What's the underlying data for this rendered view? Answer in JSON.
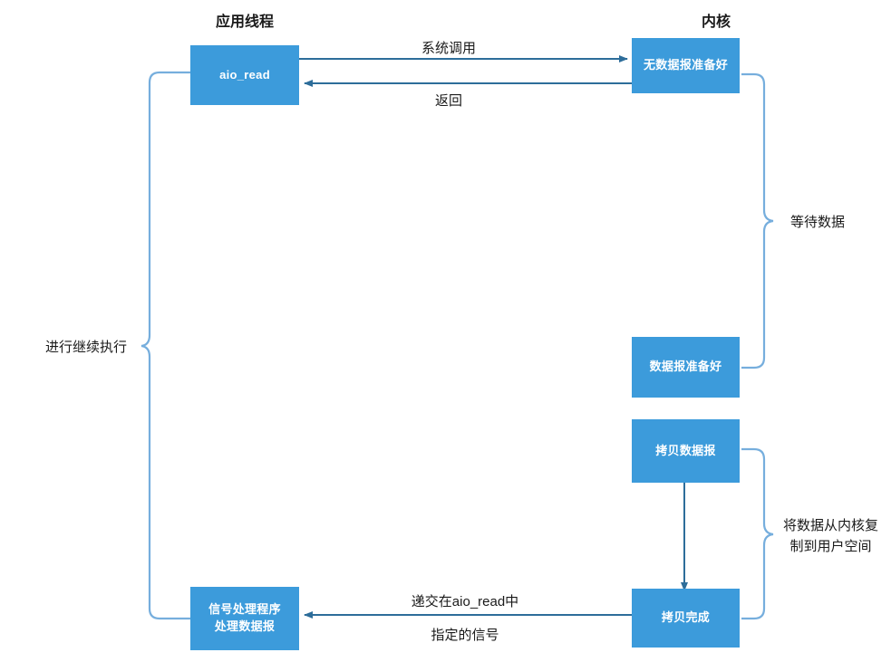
{
  "diagram": {
    "title_app": "应用线程",
    "title_kernel": "内核",
    "columns": [
      {
        "name": "app-thread",
        "label": "应用线程"
      },
      {
        "name": "kernel",
        "label": "内核"
      }
    ],
    "nodes": [
      {
        "id": "aio-read",
        "line1": "aio_read",
        "line2": ""
      },
      {
        "id": "no-data-ready",
        "line1": "无数据报准备好",
        "line2": ""
      },
      {
        "id": "data-ready",
        "line1": "数据报准备好",
        "line2": ""
      },
      {
        "id": "copy-data",
        "line1": "拷贝数据报",
        "line2": ""
      },
      {
        "id": "copy-done",
        "line1": "拷贝完成",
        "line2": ""
      },
      {
        "id": "signal-handler",
        "line1": "信号处理程序",
        "line2": "处理数据报"
      }
    ],
    "edges": [
      {
        "id": "syscall",
        "label": "系统调用"
      },
      {
        "id": "return",
        "label": "返回"
      },
      {
        "id": "deliver-line1",
        "label": "递交在aio_read中"
      },
      {
        "id": "deliver-line2",
        "label": "指定的信号"
      }
    ],
    "braces": [
      {
        "id": "wait-data",
        "label": "等待数据"
      },
      {
        "id": "copy-kernel-to-user-line1",
        "label": "将数据从内核复"
      },
      {
        "id": "copy-kernel-to-user-line2",
        "label": "制到用户空间"
      },
      {
        "id": "continue-exec",
        "label": "进行继续执行"
      }
    ],
    "colors": {
      "node_fill": "#3c9bdb",
      "node_text": "#ffffff",
      "arrow": "#2d6d9a",
      "brace": "#76aedd",
      "text": "#1a1a1a",
      "background": "#ffffff"
    }
  }
}
